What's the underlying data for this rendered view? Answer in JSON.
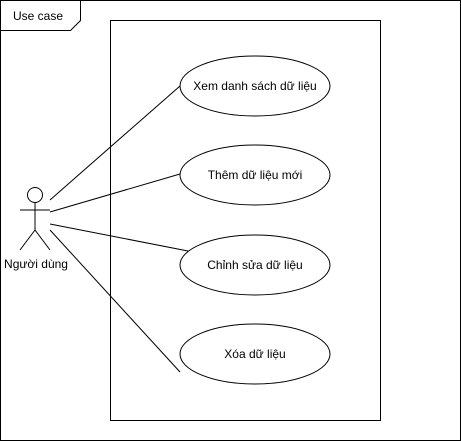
{
  "frame": {
    "label": "Use case"
  },
  "actor": {
    "name": "Người dùng"
  },
  "use_cases": [
    {
      "label": "Xem danh sách dữ liệu"
    },
    {
      "label": "Thêm dữ liệu mới"
    },
    {
      "label": "Chỉnh sửa dữ liệu"
    },
    {
      "label": "Xóa dữ liệu"
    }
  ],
  "colors": {
    "stroke": "#000000",
    "background": "#ffffff"
  }
}
